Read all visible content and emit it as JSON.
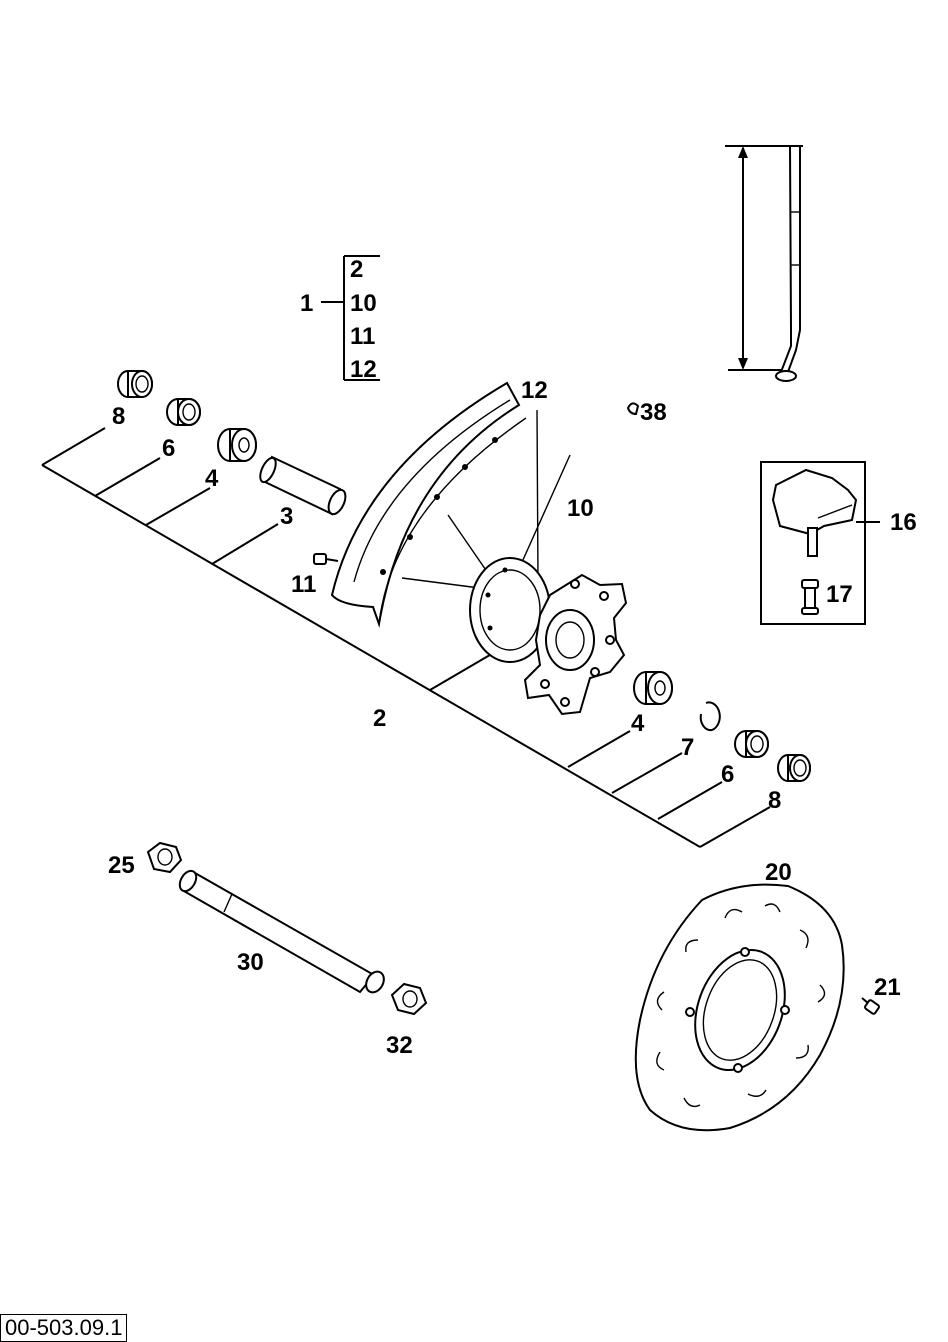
{
  "diagram": {
    "reference_code": "00-503.09.1",
    "group": {
      "label": "1",
      "members": [
        "2",
        "10",
        "11",
        "12"
      ]
    },
    "callouts": {
      "c8_left": "8",
      "c6_left": "6",
      "c4_left": "4",
      "c3": "3",
      "c11": "11",
      "c12": "12",
      "c10": "10",
      "c38": "38",
      "c16": "16",
      "c17": "17",
      "c2": "2",
      "c4_right": "4",
      "c7": "7",
      "c6_right": "6",
      "c8_right": "8",
      "c25": "25",
      "c30": "30",
      "c32": "32",
      "c20": "20",
      "c21": "21"
    }
  }
}
